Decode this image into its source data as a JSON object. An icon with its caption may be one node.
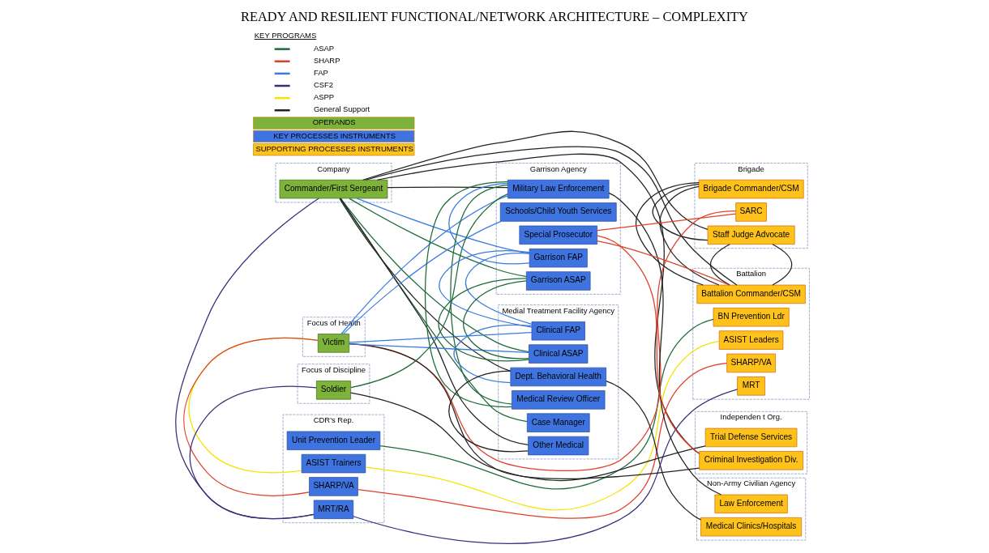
{
  "diagram": {
    "title": "READY AND RESILIENT FUNCTIONAL/NETWORK ARCHITECTURE – COMPLEXITY",
    "nodes": [
      {
        "text": [
          "Company"
        ]
      },
      {
        "text": [
          "Commander/First Sergeant"
        ],
        "in": 0
      },
      {
        "text": [
          "CDR's Rep."
        ]
      },
      {
        "text": [
          "Unit Prevention Leader"
        ],
        "in": 2
      },
      {
        "text": [
          "ASIST Trainers"
        ],
        "in": 2
      },
      {
        "text": [
          "SHARP/VA"
        ],
        "in": 2
      },
      {
        "text": [
          "MRT/RA"
        ],
        "in": 2
      },
      {
        "text": [
          "Focus of Health"
        ]
      },
      {
        "text": [
          "Victim"
        ],
        "in": 7
      },
      {
        "text": [
          "Focus of Discipline"
        ]
      },
      {
        "text": [
          "Soldier"
        ],
        "in": 9
      },
      {
        "text": [
          "Brigade"
        ]
      },
      {
        "text": [
          "Brigade Commander/CSM"
        ],
        "in": 11
      },
      {
        "text": [
          "SARC"
        ],
        "in": 11
      },
      {
        "text": [
          "Staff Judge Advocate"
        ],
        "in": 11
      },
      {
        "text": [
          "Battalion"
        ]
      },
      {
        "text": [
          "Battalion Commander/CSM"
        ],
        "in": 15
      },
      {
        "text": [
          "BN Prevention Ldr"
        ],
        "in": 15
      },
      {
        "text": [
          "ASIST Leaders"
        ],
        "in": 15
      },
      {
        "text": [
          "SHARP/VA"
        ],
        "in": 15
      },
      {
        "text": [
          "MRT"
        ],
        "in": 15
      },
      {
        "text": [
          "Independen t Org."
        ]
      },
      {
        "text": [
          "Trial Defense Services"
        ],
        "in": 21
      },
      {
        "text": [
          "Criminal Investigation Div."
        ],
        "in": 21
      },
      {
        "text": [
          "Non-Army Civilian Agency"
        ]
      },
      {
        "text": [
          "Law Enforcement"
        ],
        "in": 24
      },
      {
        "text": [
          "Medical Clinics/Hospitals"
        ],
        "in": 24
      },
      {
        "text": [
          "Garrison Agency"
        ]
      },
      {
        "text": [
          "Military Law Enforcement"
        ],
        "in": 27
      },
      {
        "text": [
          "Schools/Child Youth Services"
        ],
        "in": 27
      },
      {
        "text": [
          "Special Prosecutor"
        ],
        "in": 27
      },
      {
        "text": [
          "Garrison FAP"
        ],
        "in": 27
      },
      {
        "text": [
          "Garrison ASAP"
        ],
        "in": 27
      },
      {
        "text": [
          "Medial Treatment Facility Agency"
        ]
      },
      {
        "text": [
          "Clinical FAP"
        ],
        "in": 33
      },
      {
        "text": [
          "Clinical ASAP"
        ],
        "in": 33
      },
      {
        "text": [
          "Dept. Behavioral Health"
        ],
        "in": 33
      },
      {
        "text": [
          "Medical Review Officer"
        ],
        "in": 33
      },
      {
        "text": [
          "Case Manager"
        ],
        "in": 33
      },
      {
        "text": [
          "Other Medical"
        ],
        "in": 33
      }
    ],
    "edges": [
      {
        "from": 1,
        "to": 14,
        "arrow": "none"
      },
      {
        "from": 1,
        "to": 16,
        "arrow": "none"
      },
      {
        "from": 1,
        "to": 23,
        "arrow": "none"
      },
      {
        "from": 1,
        "to": 28,
        "arrow": "none"
      },
      {
        "from": 1,
        "to": 36,
        "arrow": "none"
      },
      {
        "from": 1,
        "to": 39,
        "arrow": "none"
      },
      {
        "from": 1,
        "to": 32,
        "arrow": "none",
        "color": "#1e6b3a"
      },
      {
        "from": 1,
        "to": 35,
        "arrow": "none",
        "color": "#1e6b3a"
      },
      {
        "from": 1,
        "to": 38,
        "arrow": "none",
        "color": "#1e6b3a"
      },
      {
        "from": 1,
        "to": 31,
        "arrow": "none",
        "color": "#3a7be0"
      },
      {
        "from": 1,
        "to": 6,
        "arrow": "none",
        "color": "#3b2f7a"
      },
      {
        "from": 3,
        "to": 17,
        "arrow": "none",
        "color": "#1e6b3a"
      },
      {
        "from": 4,
        "to": 18,
        "arrow": "none",
        "color": "#f5e400"
      },
      {
        "from": 5,
        "to": 19,
        "arrow": "none",
        "color": "#e0402a"
      },
      {
        "from": 6,
        "to": 20,
        "arrow": "none",
        "color": "#3b2f7a"
      },
      {
        "from": 8,
        "to": 4,
        "arrow": "none",
        "color": "#f5e400"
      },
      {
        "from": 8,
        "to": 5,
        "arrow": "none",
        "color": "#e0402a"
      },
      {
        "from": 8,
        "to": 13,
        "arrow": "none",
        "color": "#e0402a"
      },
      {
        "from": 8,
        "to": 23,
        "arrow": "none"
      },
      {
        "from": 8,
        "to": 28,
        "arrow": "none",
        "color": "#3a7be0"
      },
      {
        "from": 8,
        "to": 29,
        "arrow": "none",
        "color": "#3a7be0"
      },
      {
        "from": 8,
        "to": 34,
        "arrow": "none",
        "color": "#3a7be0"
      },
      {
        "from": 8,
        "to": 35,
        "arrow": "none",
        "color": "#3a7be0"
      },
      {
        "from": 10,
        "to": 22,
        "arrow": "none"
      },
      {
        "from": 10,
        "to": 6,
        "arrow": "none",
        "color": "#3b2f7a"
      },
      {
        "from": 10,
        "to": 28,
        "arrow": "none",
        "color": "#1e6b3a"
      },
      {
        "from": 12,
        "to": 14,
        "arrow": "none"
      },
      {
        "from": 12,
        "to": 16,
        "arrow": "none"
      },
      {
        "from": 14,
        "to": 16,
        "arrow": "none"
      },
      {
        "from": 30,
        "to": 13,
        "arrow": "none",
        "color": "#e0402a"
      },
      {
        "from": 30,
        "to": 16,
        "arrow": "none",
        "color": "#e0402a"
      },
      {
        "from": 30,
        "to": 23,
        "arrow": "none",
        "color": "#e0402a"
      },
      {
        "from": 28,
        "to": 25,
        "arrow": "none"
      },
      {
        "from": 28,
        "to": 37,
        "arrow": "none",
        "color": "#1e6b3a"
      },
      {
        "from": 28,
        "to": 31,
        "arrow": "none",
        "color": "#3a7be0"
      },
      {
        "from": 31,
        "to": 34,
        "arrow": "none",
        "color": "#3a7be0"
      },
      {
        "from": 32,
        "to": 35,
        "arrow": "none",
        "color": "#1e6b3a"
      },
      {
        "from": 34,
        "to": 36,
        "arrow": "none",
        "color": "#3a7be0"
      },
      {
        "from": 36,
        "to": 39,
        "arrow": "none"
      },
      {
        "from": 36,
        "to": 26,
        "arrow": "none"
      }
    ],
    "labels": [
      "KEY PROGRAMS"
    ],
    "legend": [
      {
        "text": "ASAP"
      },
      {
        "text": "SHARP"
      },
      {
        "text": "FAP"
      },
      {
        "text": "CSF2"
      },
      {
        "text": "ASPP"
      },
      {
        "text": "General Support"
      },
      {
        "text": "OPERANDS",
        "color": "#7db33a"
      },
      {
        "text": "KEY PROCESSES INSTRUMENTS",
        "color": "#3f74e0"
      },
      {
        "text": "SUPPORTING PROCESSES INSTRUMENTS",
        "color": "#ffc21a"
      }
    ]
  }
}
